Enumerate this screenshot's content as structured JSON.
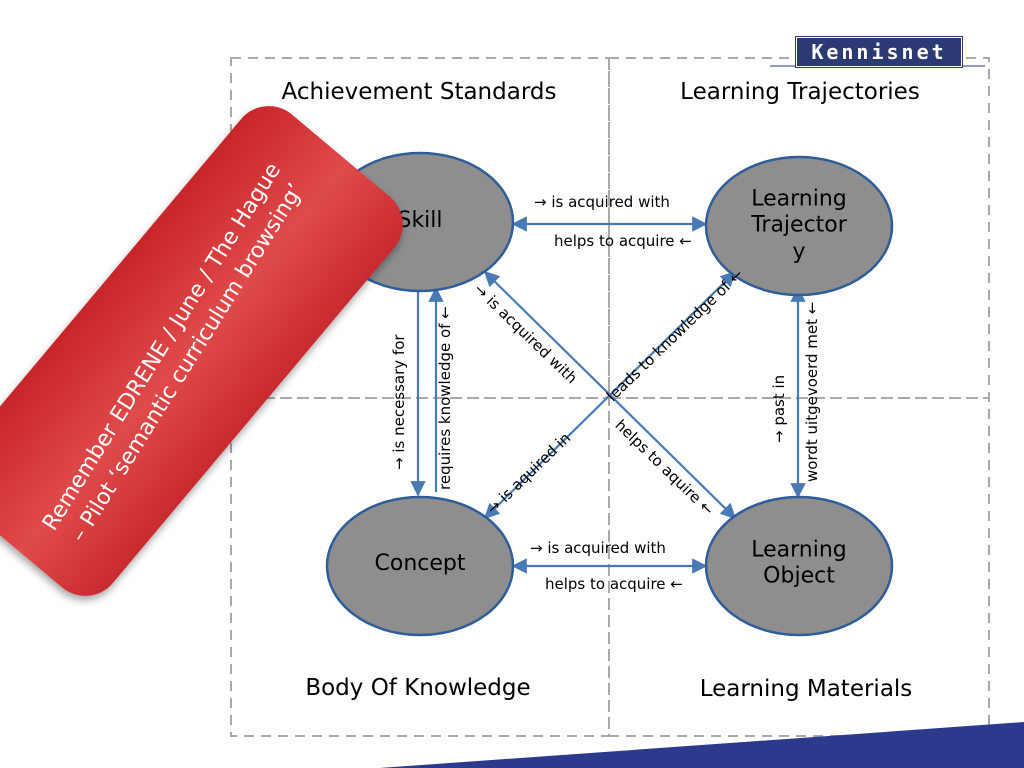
{
  "logo": {
    "text": "Kennisnet"
  },
  "quadrants": {
    "top_left": "Achievement Standards",
    "top_right": "Learning Trajectories",
    "bottom_left": "Body Of Knowledge",
    "bottom_right": "Learning Materials"
  },
  "nodes": {
    "skill": "Skill",
    "trajectory": "Learning Trajector y",
    "concept": "Concept",
    "object": "Learning Object"
  },
  "edges": {
    "skill_traj_top": "→ is acquired with",
    "skill_traj_bottom": "helps to acquire ←",
    "concept_obj_top": "→ is acquired with",
    "concept_obj_bottom": "helps to acquire ←",
    "skill_concept_left": "→ is necessary for",
    "skill_concept_right": "requires knowledge of ←",
    "traj_obj_left": "→ past in",
    "traj_obj_right": "wordt uitgevoerd met ←",
    "skill_obj_upper": "→ is acquired with",
    "skill_obj_lower": "helps to aquire ←",
    "concept_traj_upper": "leads to knowledge of ←",
    "concept_traj_lower": "→ is aquired in"
  },
  "banner": {
    "line1": "Remember EDRENE / June / The Hague",
    "line2": "– Pilot ‘semantic curriculum browsing’"
  },
  "colors": {
    "node_fill": "#8e8e8e",
    "node_stroke": "#2f5d9a",
    "arrow": "#4a7ab5",
    "banner": "#d43a3a",
    "footer": "#2b3a8c"
  }
}
